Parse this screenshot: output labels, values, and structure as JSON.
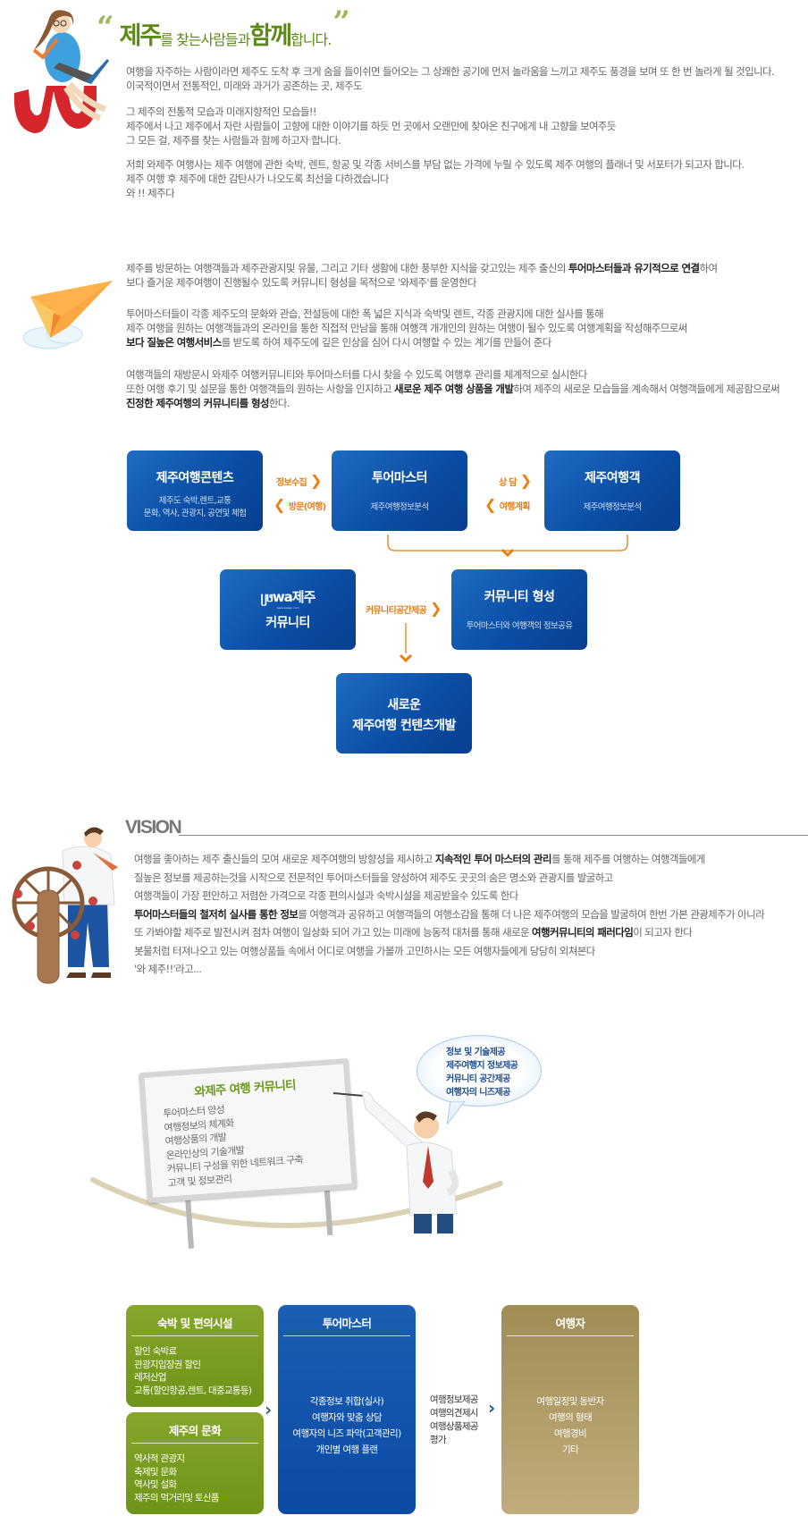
{
  "intro": {
    "headline": {
      "open_quote": "“",
      "part1_big": "제주",
      "part2_small": "를 찾는사람들과 ",
      "part3_big": "함께",
      "part4_small": "합니다.",
      "close_quote": "”"
    },
    "para1": [
      "여행을 자주하는 사람이라면 제주도 도착 후 크게 숨을 들이쉬면 들어오는 그 상쾌한 공기에 먼저 놀라움을 느끼고 제주도 풍경을 보며 또 한 번 놀라게 될 것입니다.",
      "이국적이면서 전통적인, 미래와 과거가 공존하는 곳,  제주도"
    ],
    "para2": [
      "그 제주의 전통적 모습과 미래지향적인 모습들!!",
      "제주에서 나고 제주에서 자란 사람들이 고향에 대한 이야기를 하듯 먼 곳에서 오랜만에 찾아온 친구에게 내 고향을 보여주듯",
      "그 모든 걸, 제주를 찾는 사람들과 함께 하고자 합니다."
    ],
    "para3": [
      "저희 와제주 여행사는 제주 여행에 관한 숙박, 렌트, 항공 및 각종 서비스를 부담 없는 가격에 누릴 수 있도록 제주 여행의 플래너 및 서포터가 되고자 합니다.",
      "제주 여행 후 제주에 대한 감탄사가 나오도록 최선을 다하겠습니다",
      "와 !! 제주다"
    ]
  },
  "purpose": {
    "p1_l1_a": "제주를 방문하는 여행객들과 제주관광지및 유물, 그리고 기타 생활에 대한 풍부한 지식을 갖고있는  제주 출신의 ",
    "p1_l1_b": "투어마스터들과 유기적으로 연결",
    "p1_l1_c": "하여",
    "p1_l2": "보다 즐거운 제주여행이 진행될수 있도록 커뮤니티 형성을 목적으로 '와제주'를 운영한다",
    "p2_l1": "투어마스터들이 각종 제주도의 문화와 관습, 전설등에 대한 폭 넓은 지식과 숙박및 렌트, 각종 관광지에 대한 실사를 통해",
    "p2_l2": "제주 여행을 원하는 여행객들과의 온라인을 통한 직접적 만남을 통해 여행객 개개인의 원하는 여행이 될수 있도록 여행계획을 작성해주므로써",
    "p2_l3_a": "보다 질높은 여행서비스",
    "p2_l3_b": "를 받도록 하여 제주도에 깊은 인상을 심어 다시 여행할 수 있는 계기를 만들어 준다",
    "p3_l1": "여행객들의 재방문시 와제주 여행커뮤니티와 투어마스터를 다시 찾을 수 있도록 여행후 관리를 체계적으로 실시한다",
    "p3_l2_a": "또한 여행 후기 및 설문을 통한 여행객들의 원하는 사항을 인지하고 ",
    "p3_l2_b": "새로운 제주 여행 상품을 개발",
    "p3_l2_c": "하여 제주의 새로운 모습들을 계속해서 여행객들에게 제공함으로써",
    "p3_l3_a": "진정한 제주여행의 커뮤니티를 형성",
    "p3_l3_b": "한다."
  },
  "flow": {
    "colors": {
      "box": "#0b4ea6",
      "accent": "#ef7d10"
    },
    "box_contents": {
      "title": "제주여행콘텐츠",
      "sub1": "제주도 숙박,렌트,교통",
      "sub2": "문화, 역사, 관광지, 공연및 체험"
    },
    "box_tourmaster": {
      "title": "투어마스터",
      "sub": "제주여행정보분석"
    },
    "box_traveler": {
      "title": "제주여행객",
      "sub": "제주여행정보분석"
    },
    "label_info": "정보수집",
    "label_visit": "방문(여행)",
    "label_consult": "상 담",
    "label_plan": "여행계획",
    "box_community": {
      "logo": "wa제주",
      "logo_url_text": "www.wajeju.com",
      "title": "커뮤니티"
    },
    "label_space": "커뮤니티공간제공",
    "box_formation": {
      "title": "커뮤니티 형성",
      "sub": "투어마스터와 여행객의 정보공유"
    },
    "box_new": {
      "line1": "새로운",
      "line2": "제주여행 컨텐츠개발"
    }
  },
  "vision": {
    "title": "VISION",
    "l1_a": "여행을 좋아하는 제주 출신들의 모여 새로운 제주여행의 방향성을 제시하고 ",
    "l1_b": "지속적인 투어 마스터의 관리",
    "l1_c": "를 통해 제주를 여행하는 여행객들에게",
    "l2": "질높은 정보를 제공하는것을  시작으로 전문적인 투어마스터들을 양성하여 제주도 곳곳의 숨은 명소와 관광지를 발굴하고",
    "l3": "여행객들이 가장 편안하고 저렴한 가격으로 각종 편의시설과 숙박시설을 제공받을수 있도록 한다",
    "l4_a": "투어마스터들의 철저히 실사를 통한 정보",
    "l4_b": "를 여행객과 공유하고 여행객들의 여행소감을 통해 더 나은 제주여행의 모습을 발굴하여 한번 가본 관광제주가 아니라",
    "l5_a": "또 가봐야할 제주로 발전시켜 점차 여행이 일상화 되어 가고 있는 미래에 능동적 대처를 통해 새로운 ",
    "l5_b": "여행커뮤니티의 패러다임",
    "l5_c": "이 되고자 한다",
    "l6": "봇물처럼 터져나오고 있는 여행상품들 속에서 어디로 여행을 가볼까 고민하시는 모든 여행자들에게 당당히 외쳐본다",
    "l7": " '와 제주!!'라고..."
  },
  "whiteboard": {
    "title": "와제주 여행 커뮤니티",
    "items": [
      "투어마스터 양성",
      "여행정보의 체계화",
      "여행상품의 개발",
      "온라인상의 기술개발",
      "커뮤니티 구성을 위한 네트워크 구축",
      "고객 및 정보관리"
    ]
  },
  "bubble": {
    "items": [
      "정보 및 기술제공",
      "제주여행지 정보제공",
      "커뮤니티 공간제공",
      "여행자의 니즈제공"
    ]
  },
  "bottom": {
    "lodging": {
      "title": "숙박 및 편의시설",
      "items": [
        "할인 숙박료",
        "관광지입장권 할인",
        "레저산업",
        "교통(할인항공,렌트, 대중교통등)"
      ]
    },
    "culture": {
      "title": "제주의 문화",
      "items": [
        "역사적 관광지",
        "축제및 문화",
        "역사및 설화",
        "제주의 먹거리및 토산품"
      ]
    },
    "tourmaster": {
      "title": "투어마스터",
      "items": [
        "각종정보 취합(실사)",
        "여행자와 맞춤 상담",
        "여행자의 니즈 파악(고객관리)",
        "개인별 여행 플랜"
      ]
    },
    "middle": {
      "items": [
        "여행정보제공",
        "여행의견제시",
        "여행상품제공",
        "평가"
      ]
    },
    "traveler": {
      "title": "여행자",
      "items": [
        "여행일정및 동반자",
        "여행의 형태",
        "여행경비",
        "기타"
      ]
    },
    "colors": {
      "green": "#6e9417",
      "blue": "#0b4aa5",
      "gold": "#a89366"
    }
  }
}
